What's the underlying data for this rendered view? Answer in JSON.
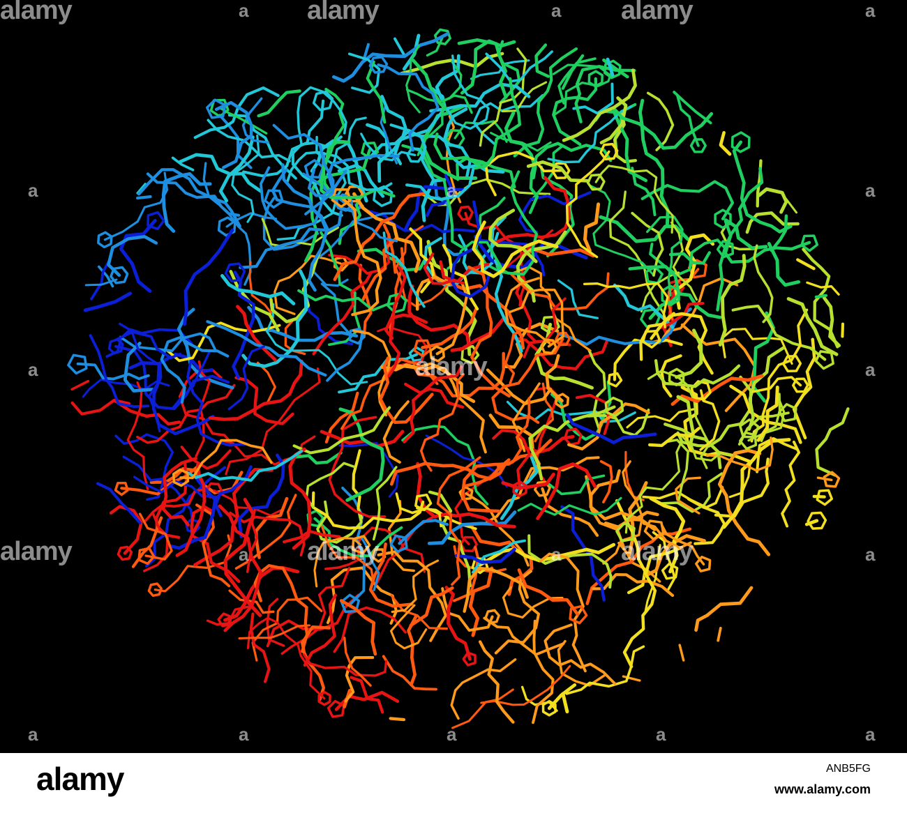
{
  "watermark": {
    "word": "alamy",
    "letter": "a"
  },
  "footer": {
    "logo": "alamy",
    "image_id": "ANB5FG",
    "url": "www.alamy.com"
  },
  "colors": {
    "background": "#000000",
    "palette": [
      "#0a1fd6",
      "#1e8fe0",
      "#23c8d8",
      "#1fd060",
      "#b8e030",
      "#f2e020",
      "#ff9a1a",
      "#ff5a10",
      "#e81414"
    ]
  }
}
